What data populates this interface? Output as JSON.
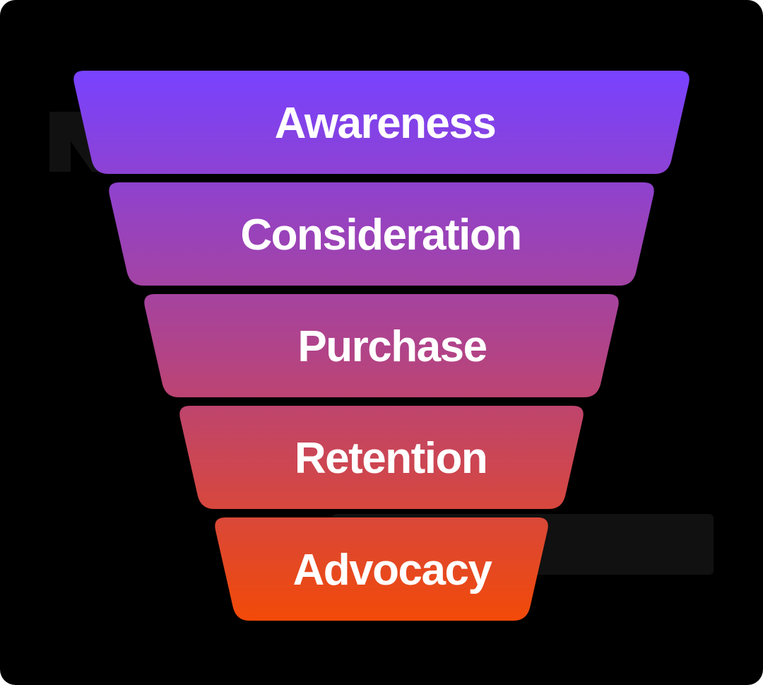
{
  "funnel": {
    "stages": [
      {
        "label": "Awareness"
      },
      {
        "label": "Consideration"
      },
      {
        "label": "Purchase"
      },
      {
        "label": "Retention"
      },
      {
        "label": "Advocacy"
      }
    ],
    "colors": {
      "top": "#7842FF",
      "middle": "#B0438A",
      "bottom": "#F24A08",
      "background": "#000000",
      "watermark": "#111111"
    }
  }
}
